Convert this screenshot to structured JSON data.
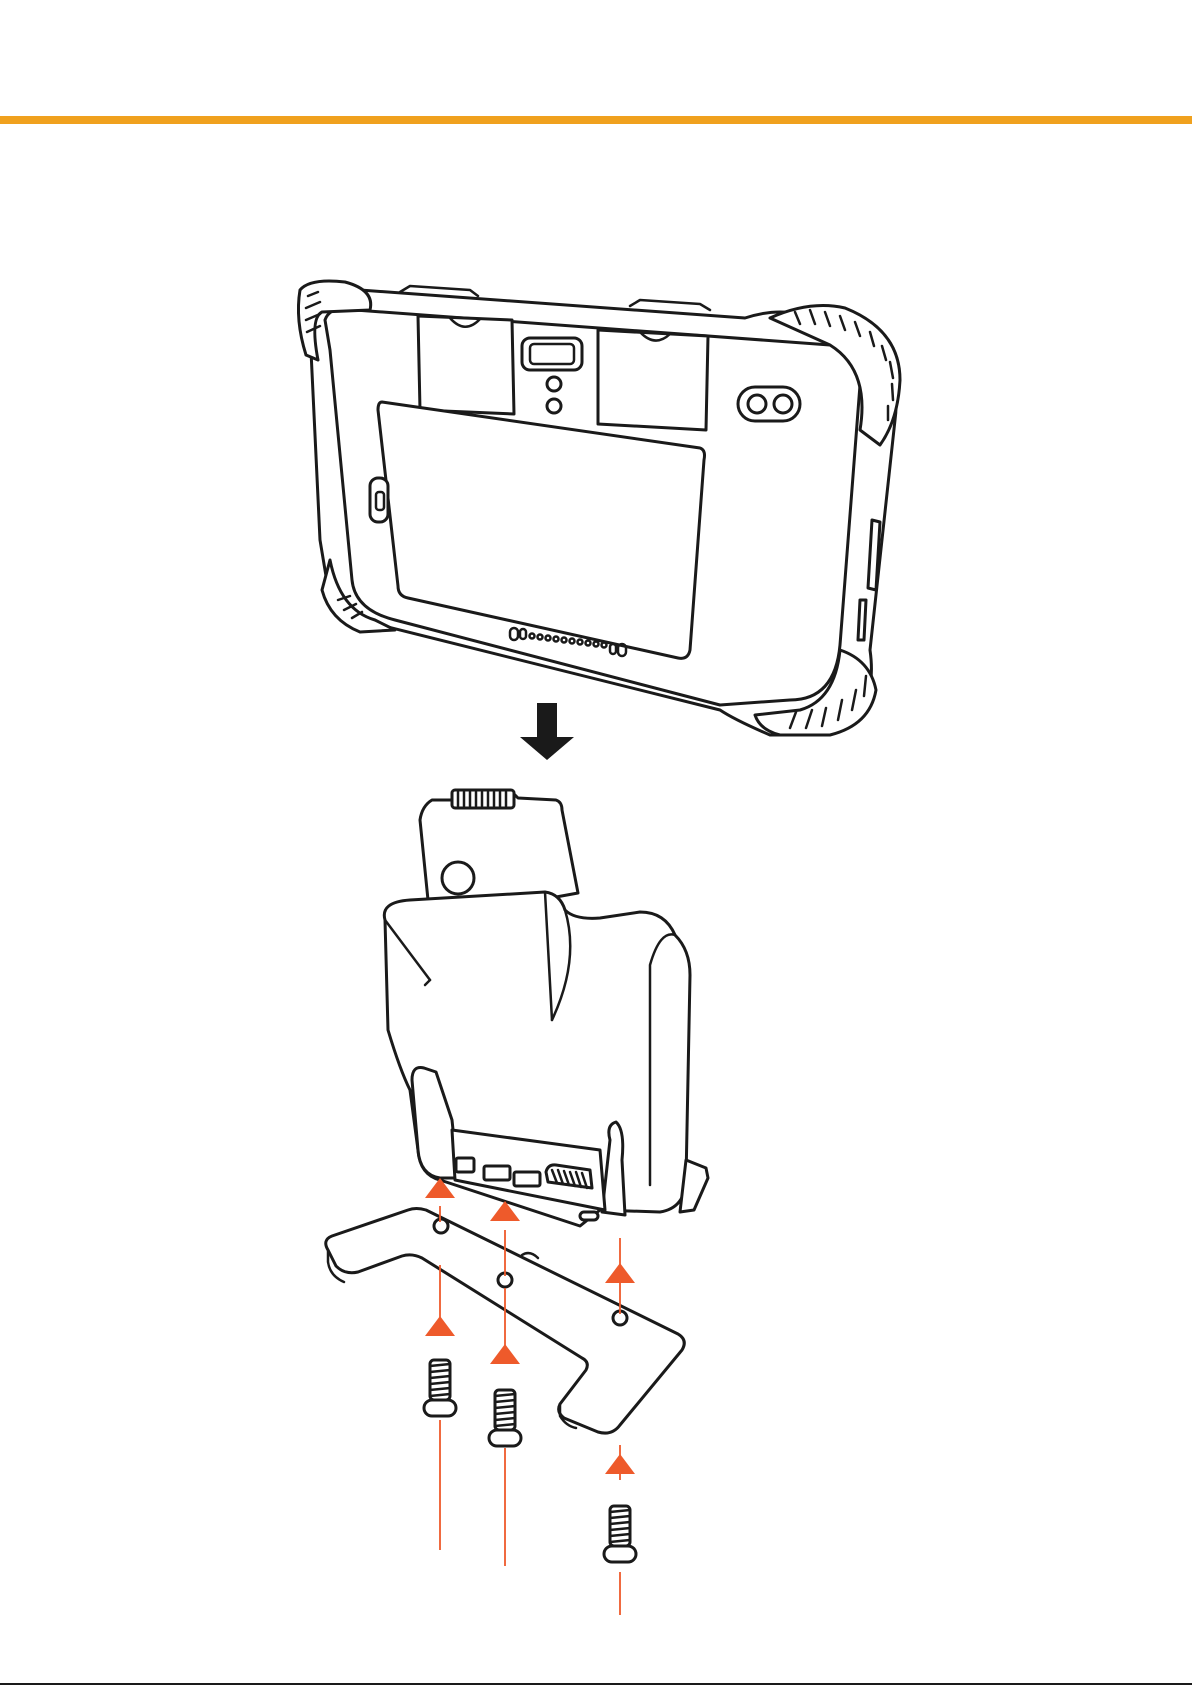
{
  "page": {
    "accent_color": "#F0A11E",
    "ink_color": "#1A1A1A",
    "arrow_color": "#EE5A2B"
  },
  "illustration": {
    "subject": "tablet-insertion-into-dock-with-mounting-plate-screws",
    "direction_icon": "arrow-down-icon",
    "screw_count": 3,
    "guide_arrow_count": 6
  }
}
